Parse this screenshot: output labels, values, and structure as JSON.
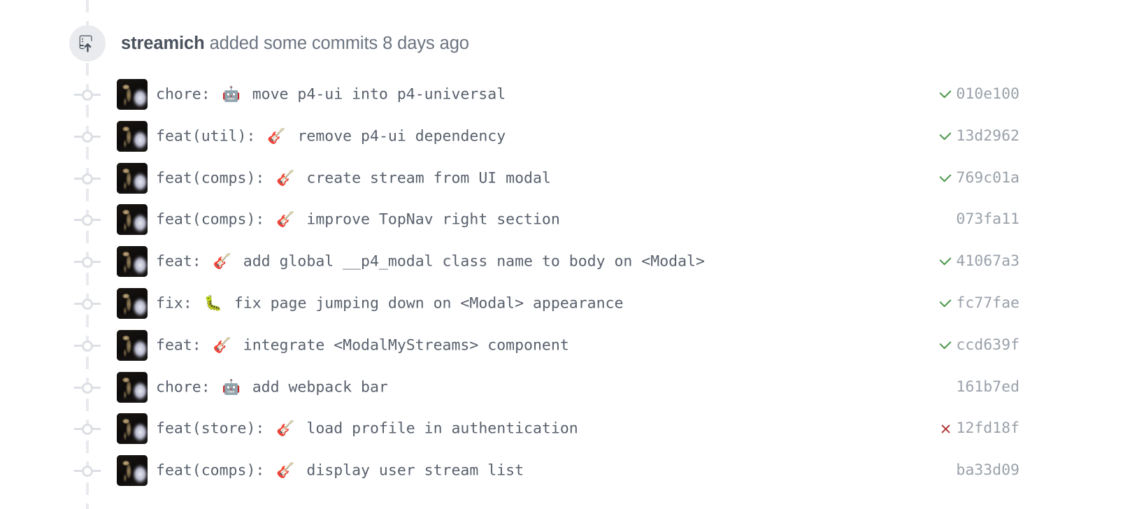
{
  "event": {
    "icon": "repo-push-icon",
    "actor": "streamich",
    "action": " added some commits ",
    "time": "8 days ago"
  },
  "colors": {
    "success": "#4f9a4f",
    "failure": "#b03434",
    "sha": "#9aa1aa",
    "message": "#59616d",
    "rail": "#e8eaee",
    "badge_bg": "#e9ebee"
  },
  "commits": [
    {
      "avatar": "user-avatar",
      "prefix": "chore: ",
      "emoji": "🤖",
      "emoji_name": "robot-emoji",
      "text": "  move p4-ui into p4-universal",
      "status": "success",
      "status_icon": "check-icon",
      "sha": "010e100"
    },
    {
      "avatar": "user-avatar",
      "prefix": "feat(util): ",
      "emoji": "🎸",
      "emoji_name": "guitar-emoji",
      "text": "  remove p4-ui dependency",
      "status": "success",
      "status_icon": "check-icon",
      "sha": "13d2962"
    },
    {
      "avatar": "user-avatar",
      "prefix": "feat(comps): ",
      "emoji": "🎸",
      "emoji_name": "guitar-emoji",
      "text": "  create stream from UI modal",
      "status": "success",
      "status_icon": "check-icon",
      "sha": "769c01a"
    },
    {
      "avatar": "user-avatar",
      "prefix": "feat(comps): ",
      "emoji": "🎸",
      "emoji_name": "guitar-emoji",
      "text": "  improve TopNav right section",
      "status": "none",
      "status_icon": "",
      "sha": "073fa11"
    },
    {
      "avatar": "user-avatar",
      "prefix": "feat: ",
      "emoji": "🎸",
      "emoji_name": "guitar-emoji",
      "text": "  add global __p4_modal class name to body on <Modal>",
      "status": "success",
      "status_icon": "check-icon",
      "sha": "41067a3"
    },
    {
      "avatar": "user-avatar",
      "prefix": "fix: ",
      "emoji": "🐛",
      "emoji_name": "bug-emoji",
      "text": "  fix page jumping down on <Modal> appearance",
      "status": "success",
      "status_icon": "check-icon",
      "sha": "fc77fae"
    },
    {
      "avatar": "user-avatar",
      "prefix": "feat: ",
      "emoji": "🎸",
      "emoji_name": "guitar-emoji",
      "text": "  integrate <ModalMyStreams> component",
      "status": "success",
      "status_icon": "check-icon",
      "sha": "ccd639f"
    },
    {
      "avatar": "user-avatar",
      "prefix": "chore: ",
      "emoji": "🤖",
      "emoji_name": "robot-emoji",
      "text": "  add webpack bar",
      "status": "none",
      "status_icon": "",
      "sha": "161b7ed"
    },
    {
      "avatar": "user-avatar",
      "prefix": "feat(store): ",
      "emoji": "🎸",
      "emoji_name": "guitar-emoji",
      "text": "  load profile in authentication",
      "status": "failure",
      "status_icon": "x-icon",
      "sha": "12fd18f"
    },
    {
      "avatar": "user-avatar",
      "prefix": "feat(comps): ",
      "emoji": "🎸",
      "emoji_name": "guitar-emoji",
      "text": "  display user stream list",
      "status": "none",
      "status_icon": "",
      "sha": "ba33d09"
    }
  ]
}
